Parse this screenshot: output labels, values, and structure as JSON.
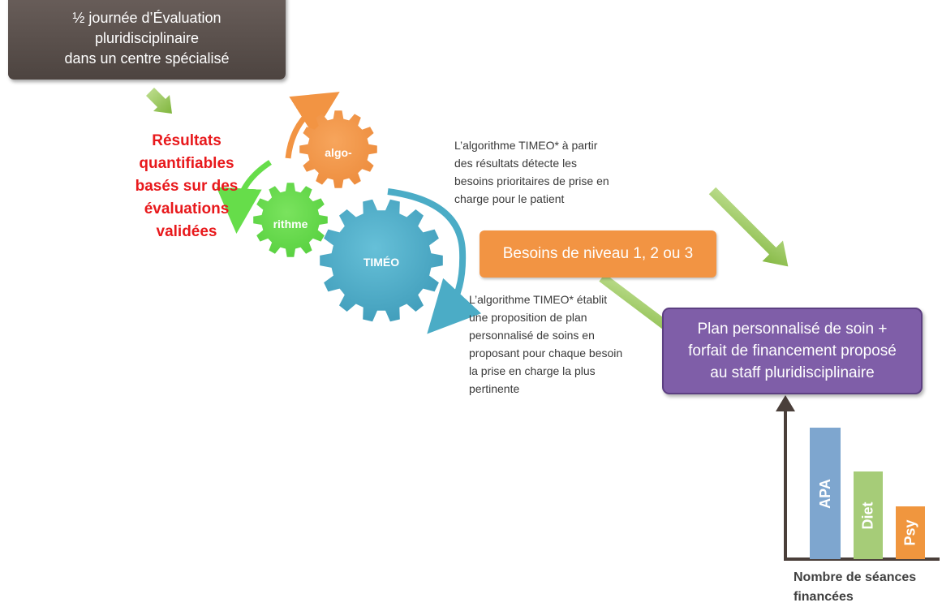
{
  "eval_box": {
    "line1": "½ journée d’Évaluation",
    "line2": "pluridisciplinaire",
    "line3": "dans un centre spécialisé"
  },
  "results": {
    "line1": "Résultats quantifiables",
    "line2": "basés sur des évaluations",
    "line3": "validées"
  },
  "gears": {
    "algo": "algo-",
    "rithme": "rithme",
    "timeo": "TIMÉO"
  },
  "note_1": {
    "line1": "L’algorithme TIMEO* à partir",
    "line2": "des résultats détecte les",
    "line3": "besoins prioritaires de prise en",
    "line4": "charge pour le patient"
  },
  "besoins": "Besoins de niveau 1, 2 ou 3",
  "note_2": {
    "line1": "L’algorithme TIMEO* établit",
    "line2": "une proposition de plan",
    "line3": "personnalisé de soins en",
    "line4": "proposant pour chaque besoin",
    "line5": "la prise en charge la plus",
    "line6": "pertinente"
  },
  "plan_box": {
    "line1": "Plan personnalisé de soin +",
    "line2": "forfait de financement proposé",
    "line3": "au staff pluridisciplinaire"
  },
  "chart_data": {
    "type": "bar",
    "categories": [
      "APA",
      "Diet",
      "Psy"
    ],
    "values": [
      3,
      2,
      1
    ],
    "xlabel": "Nombre de séances financées",
    "colors": [
      "#7ea6cf",
      "#a6cc78",
      "#f0963e"
    ]
  },
  "colors": {
    "eval_box": "#5a504c",
    "results_text": "#e8191c",
    "gear_orange": "#f29443",
    "gear_green": "#66dd4a",
    "gear_blue": "#4bacc6",
    "besoins_box": "#f29443",
    "plan_box": "#7f5ea8",
    "arrow_green": "#8cc63f"
  }
}
